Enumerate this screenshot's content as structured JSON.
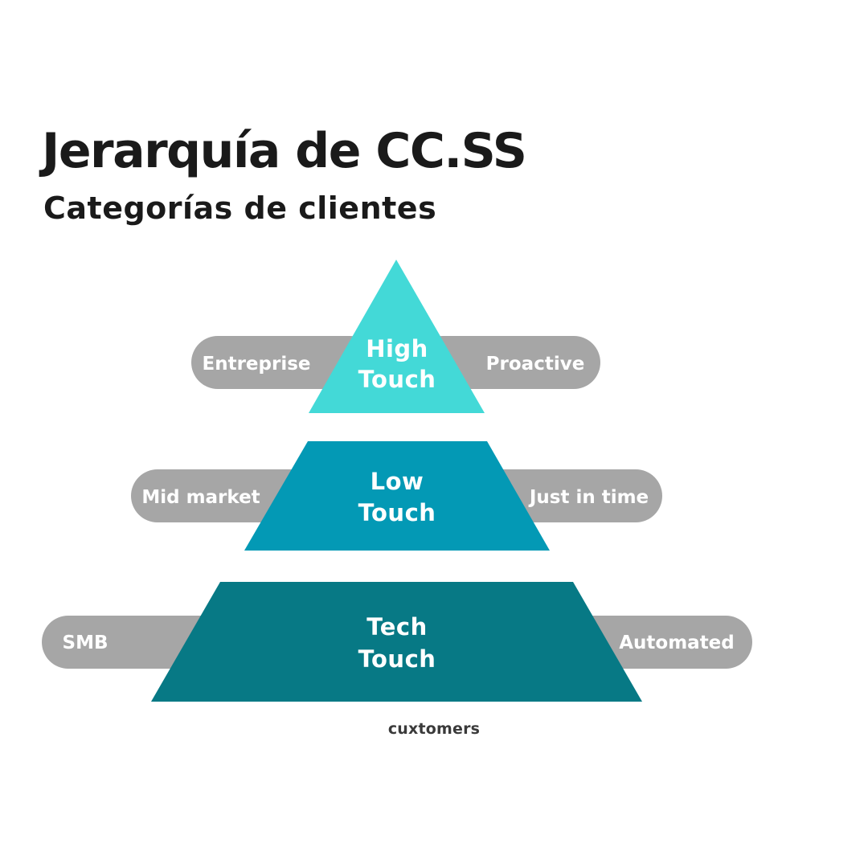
{
  "header": {
    "title": "Jerarquía de CC.SS",
    "subtitle": "Categorías de clientes"
  },
  "tiers": [
    {
      "name_line1": "High",
      "name_line2": "Touch",
      "left_label": "Entreprise",
      "right_label": "Proactive",
      "color": "#43d9d7"
    },
    {
      "name_line1": "Low",
      "name_line2": "Touch",
      "left_label": "Mid market",
      "right_label": "Just in time",
      "color": "#0399b5"
    },
    {
      "name_line1": "Tech",
      "name_line2": "Touch",
      "left_label": "SMB",
      "right_label": "Automated",
      "color": "#077985"
    }
  ],
  "pill_color": "#a6a6a6",
  "brand": {
    "name": "cuxtomers",
    "logo": "cuxtomers-wordmark"
  }
}
